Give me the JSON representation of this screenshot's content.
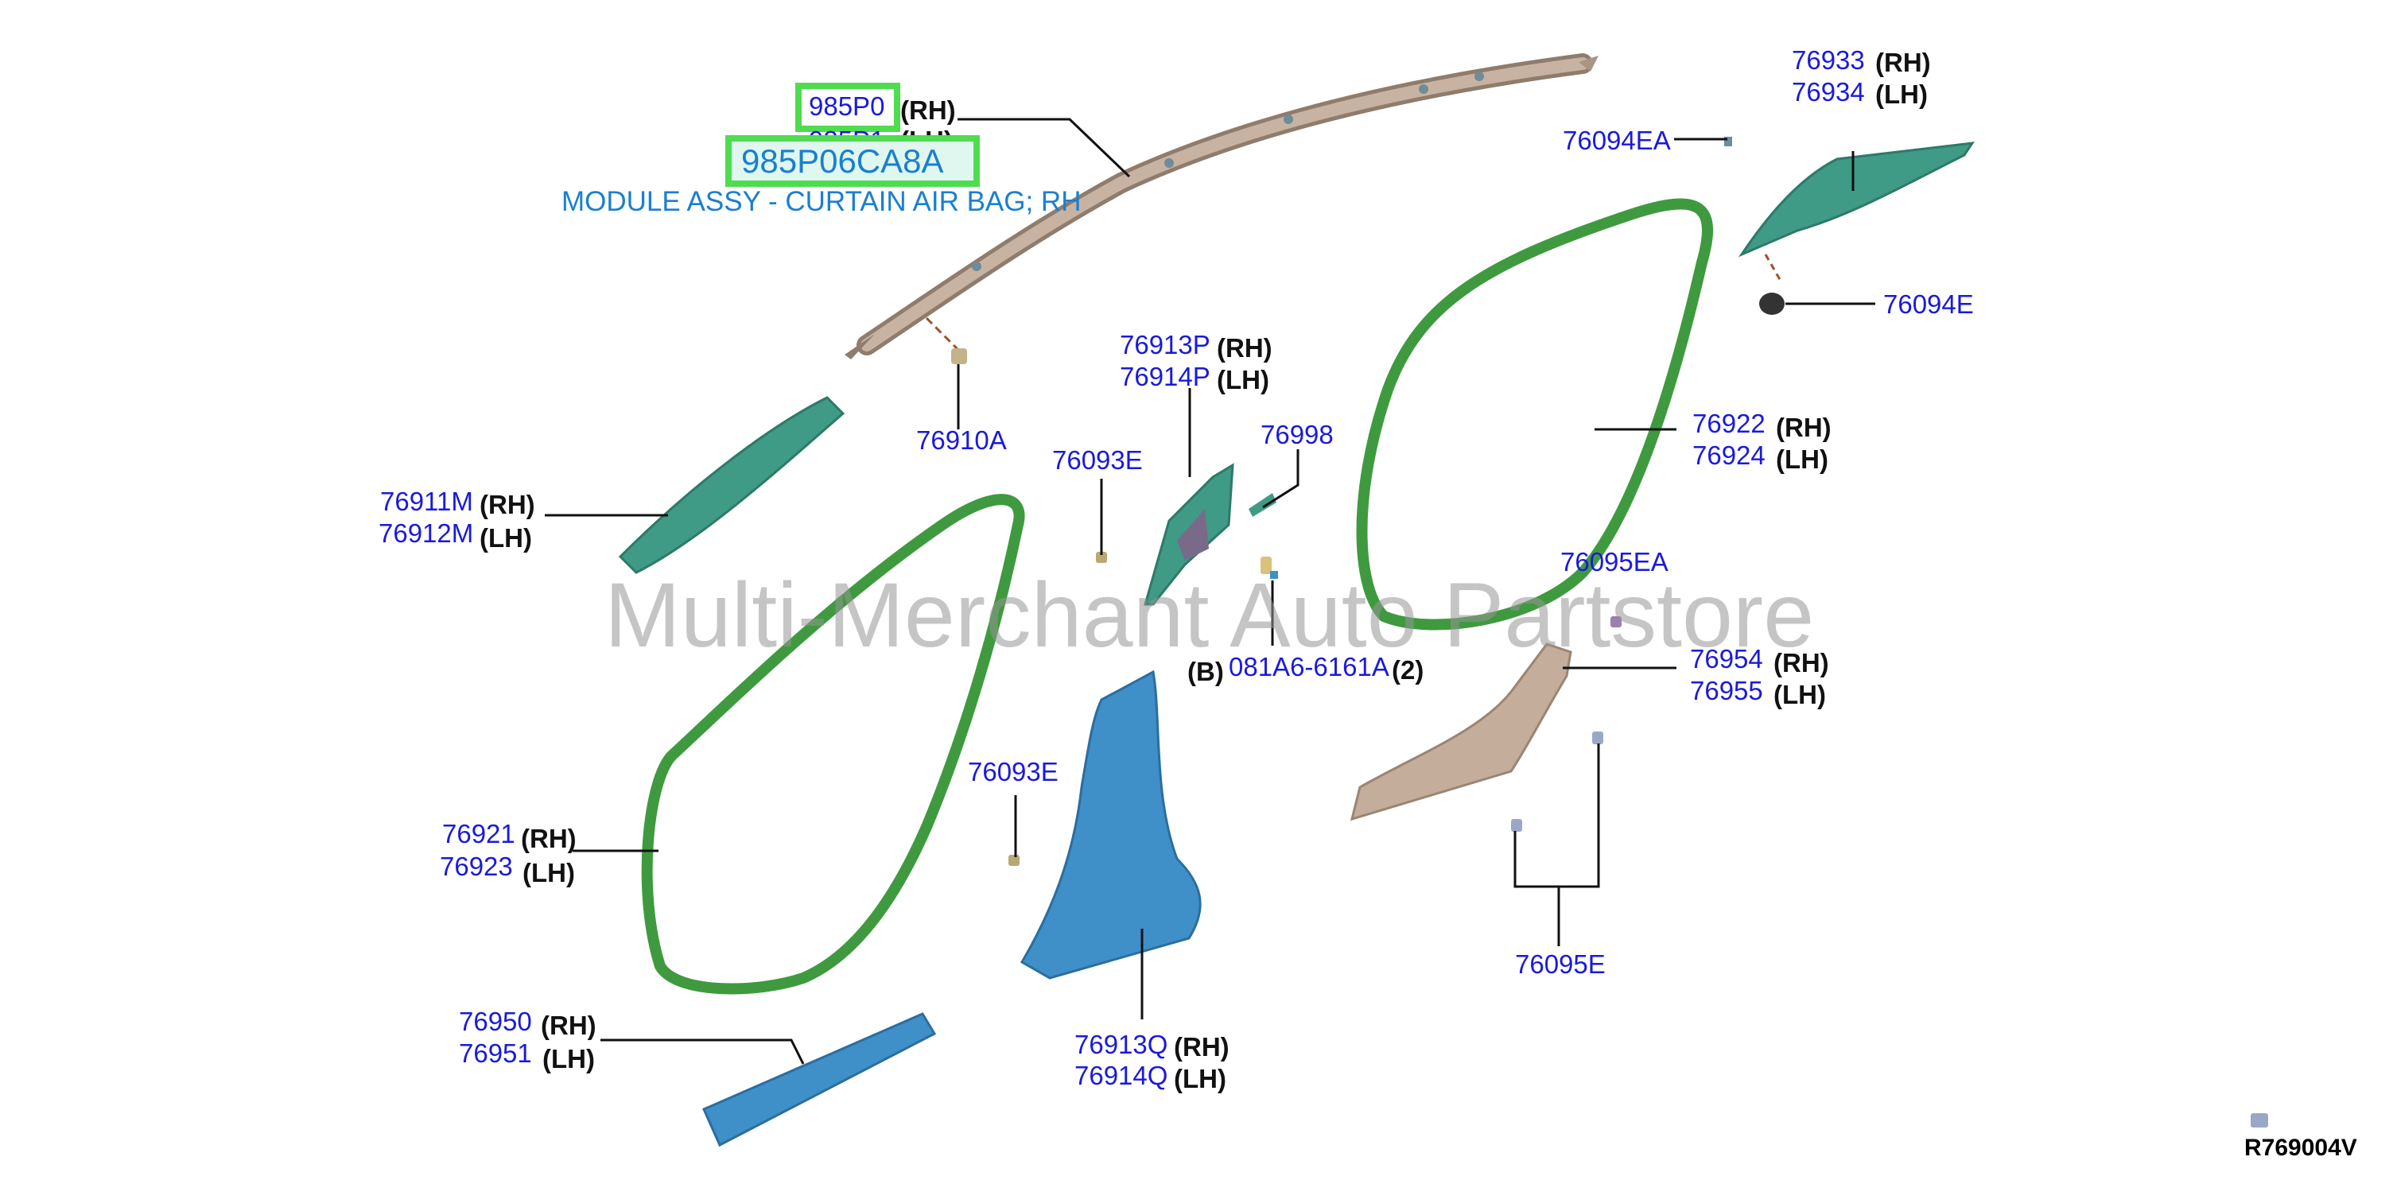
{
  "diagram": {
    "watermark": "Multi-Merchant Auto Partstore",
    "reference_code": "R769004V",
    "colors": {
      "part_number": "#1a1adb",
      "highlight_border": "#4fdc4f",
      "highlight_fill": "#dff7ef",
      "highlight_text": "#1a7fd0",
      "seal_green": "#3f9a3f",
      "trim_teal": "#3f9a86",
      "pillar_blue": "#3f8fc9",
      "kick_tan": "#b8a08e",
      "airbag_tan": "#a89583"
    },
    "airbag": {
      "rh_highlight": "985P0",
      "rh_side": "(RH)",
      "lh_part": "985P1",
      "lh_side": "(LH)",
      "selected_part": "985P06CA8A",
      "selected_desc": "MODULE ASSY - CURTAIN AIR BAG; RH"
    },
    "labels": {
      "p76933": "76933",
      "p76933_side": "(RH)",
      "p76934": "76934",
      "p76934_side": "(LH)",
      "p76094EA": "76094EA",
      "p76094E": "76094E",
      "p76913P": "76913P",
      "p76913P_side": "(RH)",
      "p76914P": "76914P",
      "p76914P_side": "(LH)",
      "p76998": "76998",
      "p76910A": "76910A",
      "p76093E_top": "76093E",
      "p76911M": "76911M",
      "p76911M_side": "(RH)",
      "p76912M": "76912M",
      "p76912M_side": "(LH)",
      "p76922": "76922",
      "p76922_side": "(RH)",
      "p76924": "76924",
      "p76924_side": "(LH)",
      "p76095EA": "76095EA",
      "p081A6_prefix": "(B)",
      "p081A6": "081A6-6161A",
      "p081A6_qty": "(2)",
      "p76954": "76954",
      "p76954_side": "(RH)",
      "p76955": "76955",
      "p76955_side": "(LH)",
      "p76093E_bottom": "76093E",
      "p76921": "76921",
      "p76921_side": "(RH)",
      "p76923": "76923",
      "p76923_side": "(LH)",
      "p76095E": "76095E",
      "p76950": "76950",
      "p76950_side": "(RH)",
      "p76951": "76951",
      "p76951_side": "(LH)",
      "p76913Q": "76913Q",
      "p76913Q_side": "(RH)",
      "p76914Q": "76914Q",
      "p76914Q_side": "(LH)"
    }
  }
}
